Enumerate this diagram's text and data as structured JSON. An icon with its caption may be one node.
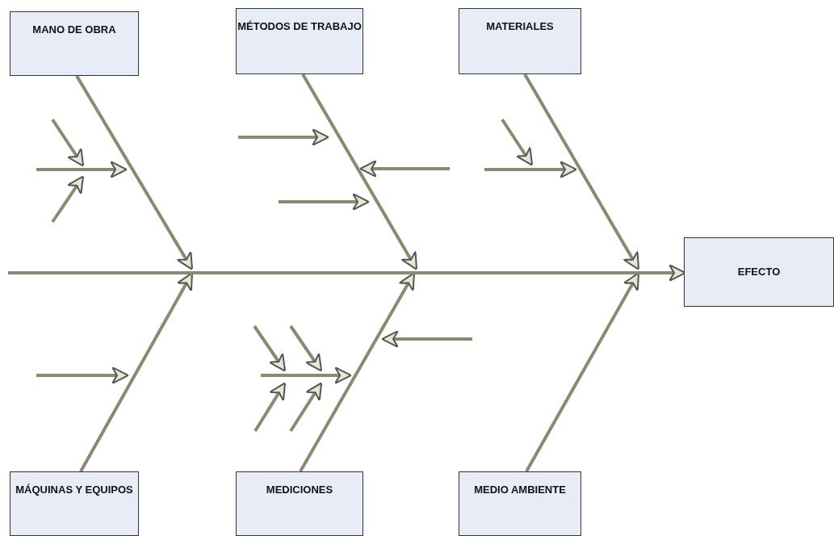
{
  "diagram": {
    "nodes": [
      {
        "text": [
          "MANO DE OBRA"
        ]
      },
      {
        "text": [
          "MÉTODOS DE TRABAJO"
        ]
      },
      {
        "text": [
          "MATERIALES"
        ]
      },
      {
        "text": [
          "EFECTO"
        ]
      },
      {
        "text": [
          "MÁQUINAS Y EQUIPOS"
        ]
      },
      {
        "text": [
          "MEDICIONES"
        ]
      },
      {
        "text": [
          "MEDIO AMBIENTE"
        ]
      }
    ],
    "edges": [
      {
        "from": 0,
        "to": null,
        "arrow": "to"
      },
      {
        "from": 1,
        "to": null,
        "arrow": "to"
      },
      {
        "from": 2,
        "to": null,
        "arrow": "to"
      },
      {
        "from": 4,
        "to": null,
        "arrow": "to"
      },
      {
        "from": 5,
        "to": null,
        "arrow": "to"
      },
      {
        "from": 6,
        "to": null,
        "arrow": "to"
      },
      {
        "from": null,
        "to": 3,
        "arrow": "to"
      }
    ]
  }
}
